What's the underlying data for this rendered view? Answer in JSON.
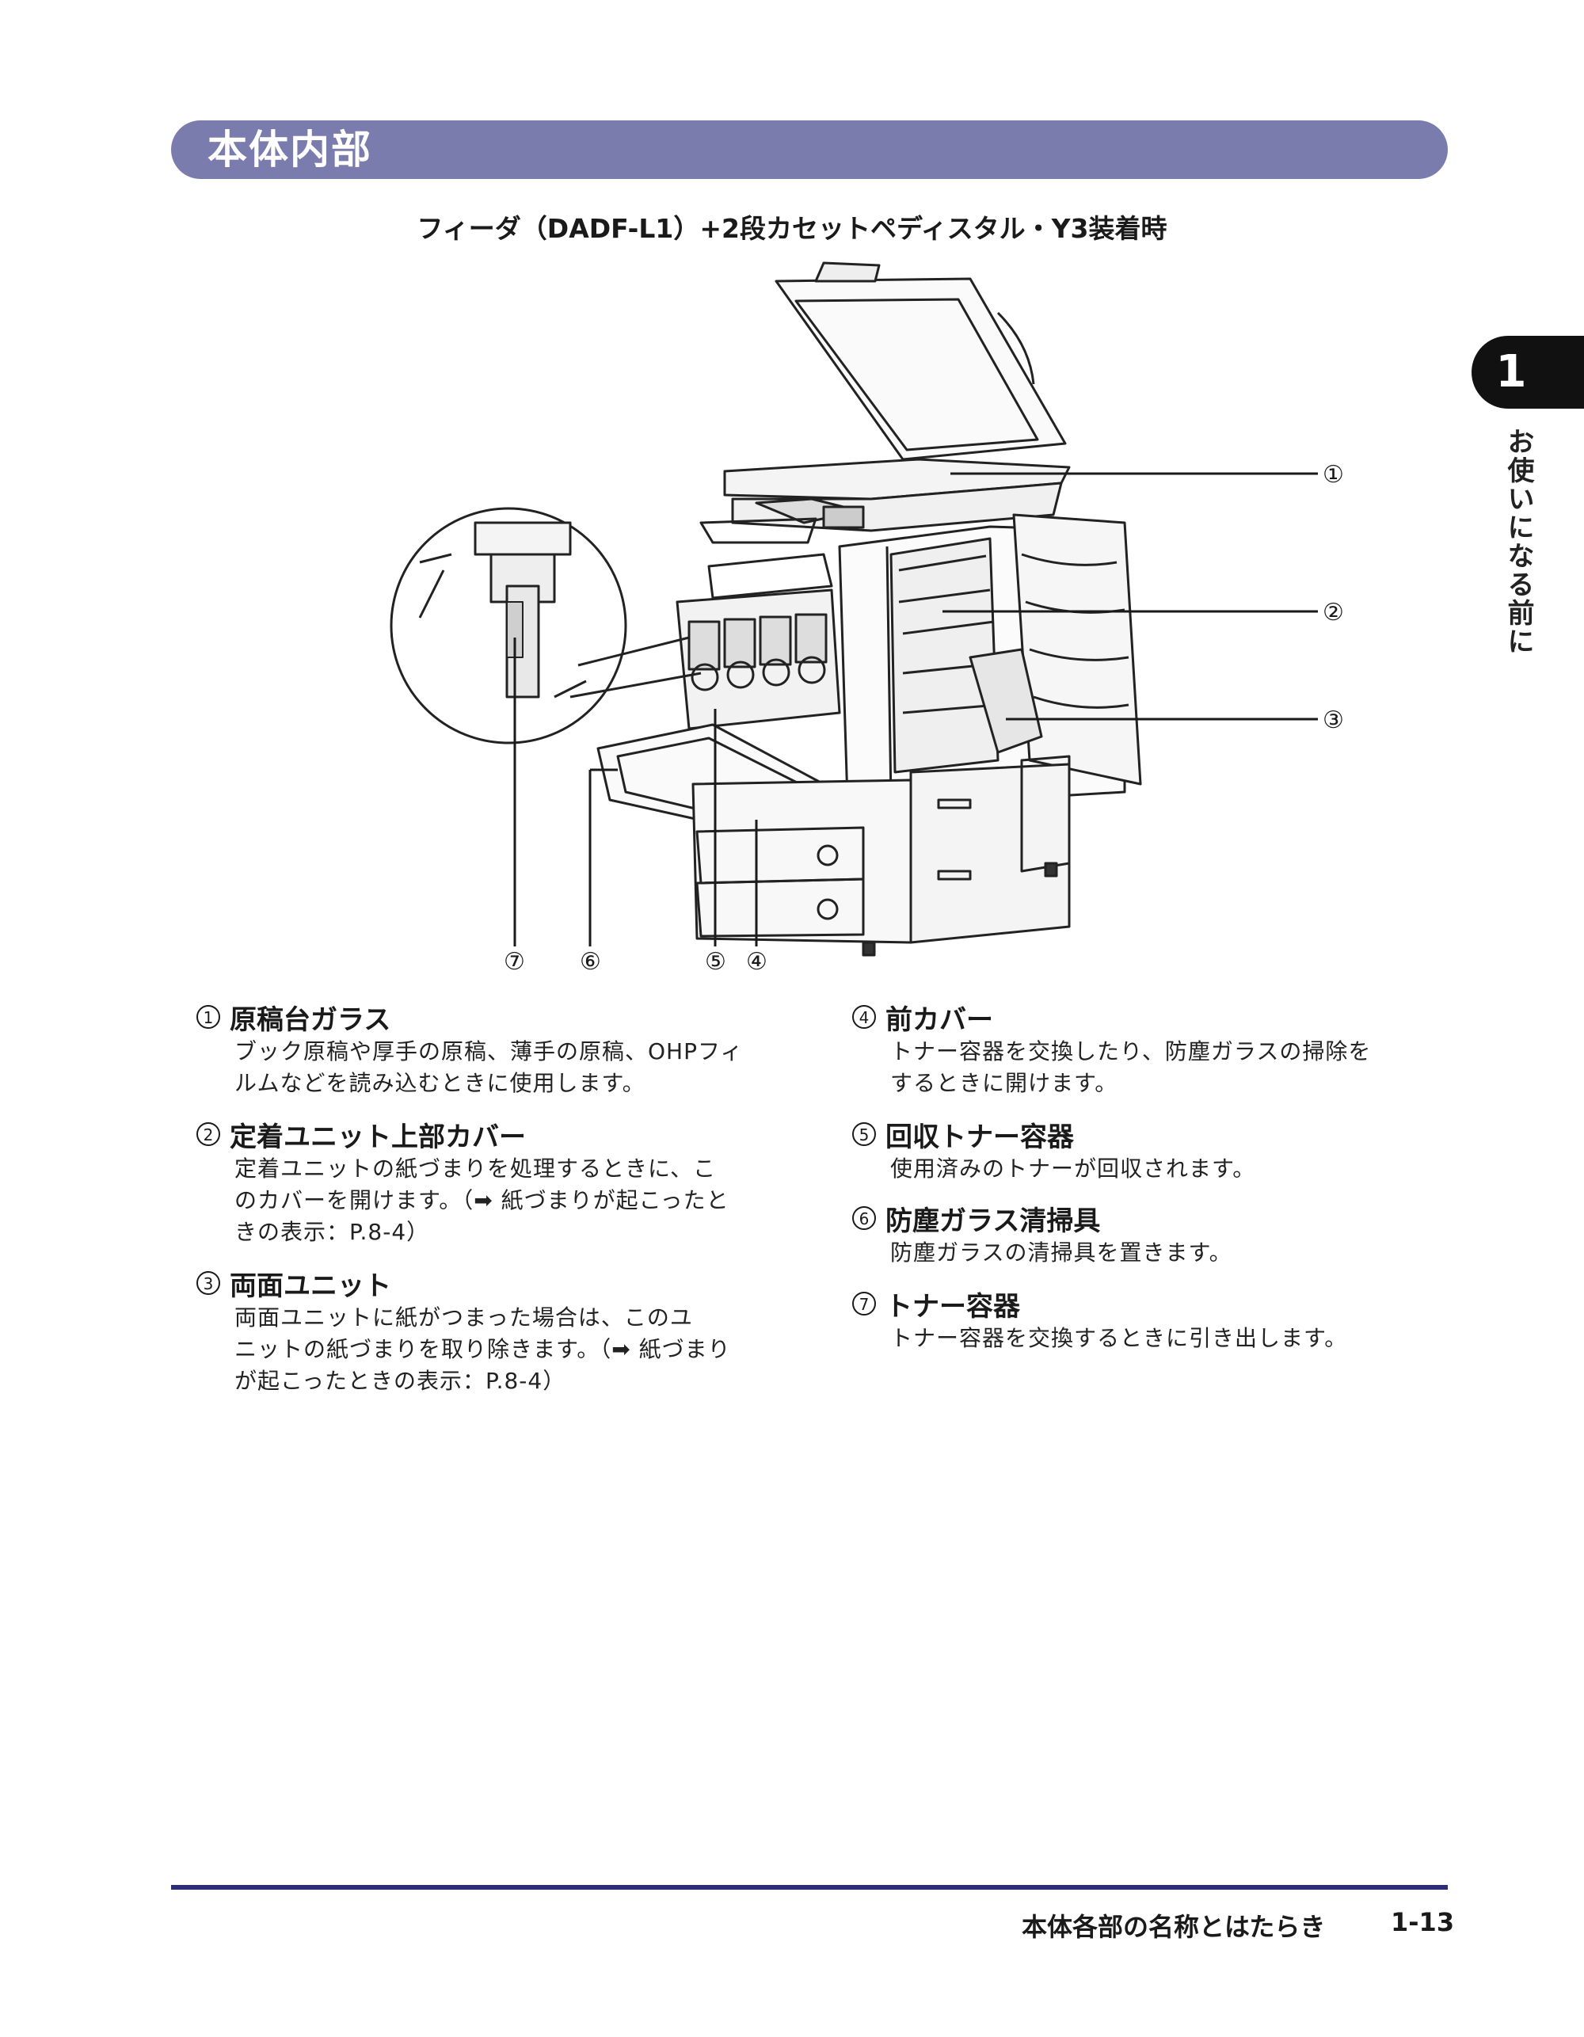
{
  "section": {
    "title": "本体内部"
  },
  "chapter": {
    "number": "1",
    "side_label": "お使いになる前に"
  },
  "figure": {
    "caption": "フィーダ（DADF-L1）+2段カセットペディスタル・Y3装着時",
    "callouts": [
      "①",
      "②",
      "③",
      "④",
      "⑤",
      "⑥",
      "⑦"
    ]
  },
  "items": [
    {
      "num": "1",
      "title": "原稿台ガラス",
      "desc": [
        "ブック原稿や厚手の原稿、薄手の原稿、OHPフィ",
        "ルムなどを読み込むときに使用します。"
      ]
    },
    {
      "num": "2",
      "title": "定着ユニット上部カバー",
      "desc": [
        "定着ユニットの紙づまりを処理するときに、こ",
        "のカバーを開けます。（➡ 紙づまりが起こったと",
        "きの表示：P.8-4）"
      ]
    },
    {
      "num": "3",
      "title": "両面ユニット",
      "desc": [
        "両面ユニットに紙がつまった場合は、このユ",
        "ニットの紙づまりを取り除きます。（➡ 紙づまり",
        "が起こったときの表示：P.8-4）"
      ]
    },
    {
      "num": "4",
      "title": "前カバー",
      "desc": [
        "トナー容器を交換したり、防塵ガラスの掃除を",
        "するときに開けます。"
      ]
    },
    {
      "num": "5",
      "title": "回収トナー容器",
      "desc": [
        "使用済みのトナーが回収されます。"
      ]
    },
    {
      "num": "6",
      "title": "防塵ガラス清掃具",
      "desc": [
        "防塵ガラスの清掃具を置きます。"
      ]
    },
    {
      "num": "7",
      "title": "トナー容器",
      "desc": [
        "トナー容器を交換するときに引き出します。"
      ]
    }
  ],
  "footer": {
    "title": "本体各部の名称とはたらき",
    "page": "1-13"
  }
}
